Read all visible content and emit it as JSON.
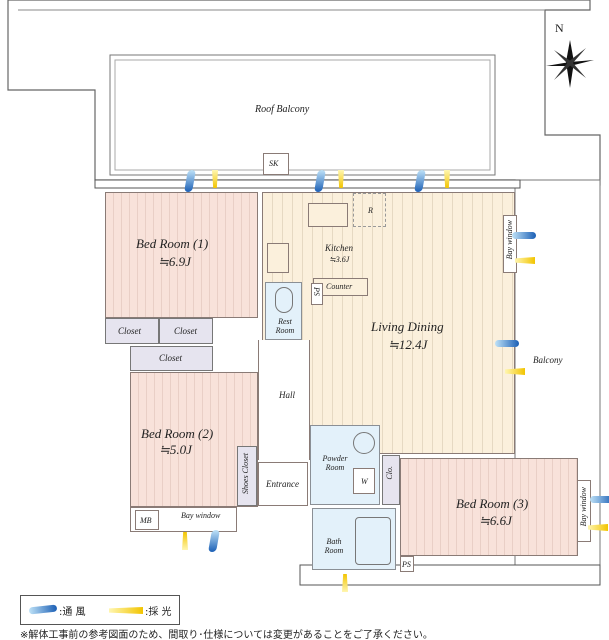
{
  "balcony_top": {
    "label": "Roof Balcony",
    "sk": "SK"
  },
  "rooms": {
    "bedroom1": {
      "name": "Bed Room (1)",
      "size": "≒6.9J"
    },
    "bedroom2": {
      "name": "Bed Room (2)",
      "size": "≒5.0J"
    },
    "bedroom3": {
      "name": "Bed Room (3)",
      "size": "≒6.6J"
    },
    "kitchen": {
      "name": "Kitchen",
      "size": "≒3.6J"
    },
    "living": {
      "name": "Living Dining",
      "size": "≒12.4J"
    },
    "restroom": {
      "name": "Rest Room"
    },
    "powder": {
      "name": "Powder Room"
    },
    "bath": {
      "name": "Bath Room"
    },
    "hall": "Hall",
    "entrance": "Entrance",
    "balcony": "Balcony"
  },
  "fixtures": {
    "closet1": "Closet",
    "closet2": "Closet",
    "closet3": "Closet",
    "shoes": "Shoes Closet",
    "mb": "MB",
    "bay1": "Bay window",
    "bay2": "Bay window",
    "bay3": "Bay window",
    "counter": "Counter",
    "ps1": "PS",
    "ps2": "PS",
    "r": "R",
    "w": "W",
    "clo": "Clo."
  },
  "compass": {
    "north": "N"
  },
  "legend": {
    "wind": "通 風",
    "light": "採 光"
  },
  "note": "※解体工事前の参考図面のため、間取り･仕様については変更があることをご了承ください。",
  "colors": {
    "bedroom": "#f8e2da",
    "living": "#fbf0dc",
    "wet": "#e3f1fa",
    "wind": "#1b5fb5",
    "light": "#f2c400"
  }
}
